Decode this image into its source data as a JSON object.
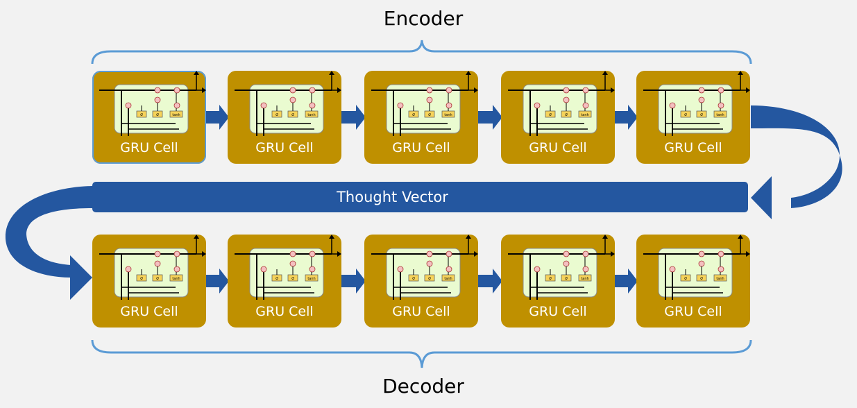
{
  "diagram": {
    "encoder_title": "Encoder",
    "decoder_title": "Decoder",
    "thought_vector_label": "Thought Vector",
    "cell_label": "GRU Cell",
    "encoder_cells": [
      {
        "label": "GRU Cell"
      },
      {
        "label": "GRU Cell"
      },
      {
        "label": "GRU Cell"
      },
      {
        "label": "GRU Cell"
      },
      {
        "label": "GRU Cell"
      }
    ],
    "decoder_cells": [
      {
        "label": "GRU Cell"
      },
      {
        "label": "GRU Cell"
      },
      {
        "label": "GRU Cell"
      },
      {
        "label": "GRU Cell"
      },
      {
        "label": "GRU Cell"
      }
    ],
    "colors": {
      "background": "#f2f2f2",
      "cell_fill": "#bf9000",
      "cell_inner": "#eafbd0",
      "arrow": "#2457a0",
      "brace": "#5b9bd5"
    }
  }
}
